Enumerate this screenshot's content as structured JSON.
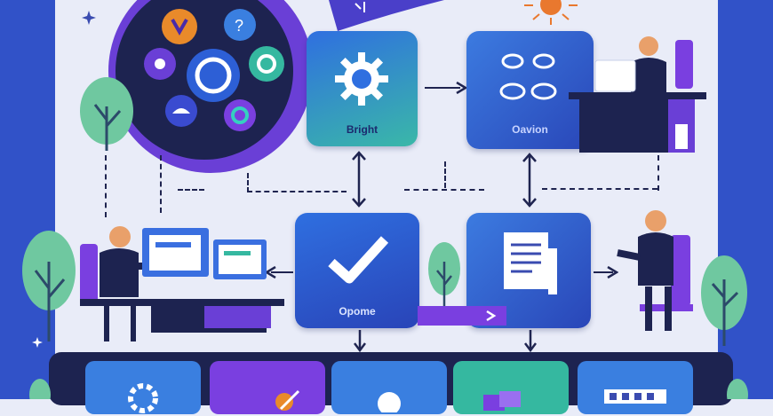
{
  "tiles": {
    "bright": {
      "label": "Bright"
    },
    "oavion": {
      "label": "Oavion"
    },
    "opome": {
      "label": "Opome"
    }
  },
  "colors": {
    "background": "#e9ecf8",
    "side_panel": "#3152c8",
    "tile_blue": "#2f5fd0",
    "accent_purple": "#6a3fd6",
    "teal": "#35b8a0",
    "dark_navy": "#1d2350",
    "tree_green": "#6fc8a0"
  },
  "icons": [
    "gear-icon",
    "checkmark-icon",
    "document-icon",
    "sun-icon",
    "tree-icon",
    "person-icon",
    "monitor-icon",
    "wheel-icon"
  ]
}
